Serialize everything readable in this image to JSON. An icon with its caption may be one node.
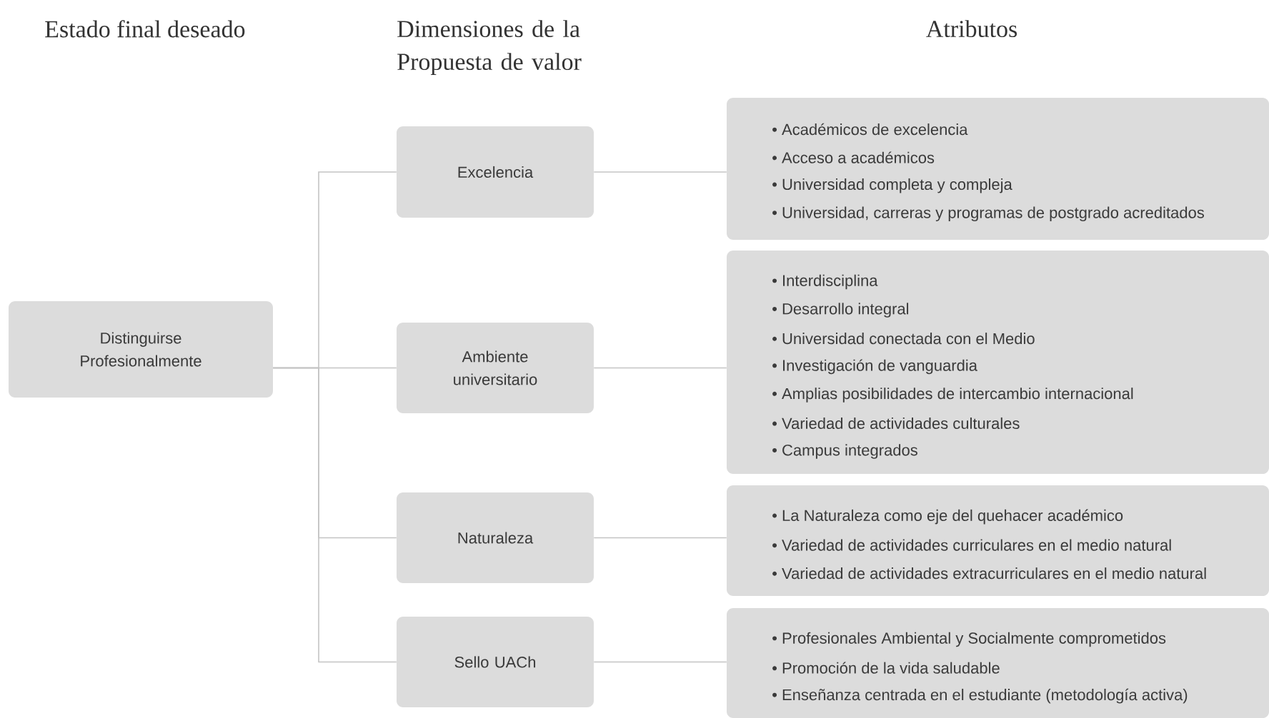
{
  "diagram": {
    "nodes": [
      {
        "text": [
          "Distinguirse Profesionalmente"
        ]
      },
      {
        "text": [
          "Excelencia"
        ]
      },
      {
        "text": [
          "Ambiente universitario"
        ]
      },
      {
        "text": [
          "Naturaleza"
        ]
      },
      {
        "text": [
          "Sello UACh"
        ]
      },
      {
        "text": [
          "• Académicos de excelencia",
          "• Acceso a académicos",
          "• Universidad completa y compleja",
          "• Universidad, carreras y programas de postgrado acreditados"
        ]
      },
      {
        "text": [
          "• Interdisciplina",
          "• Desarrollo integral",
          "• Universidad conectada con el Medio",
          "• Investigación de vanguardia",
          "• Amplias posibilidades de intercambio internacional",
          "• Variedad de actividades culturales",
          "• Campus integrados"
        ]
      },
      {
        "text": [
          "• La Naturaleza como eje del quehacer académico",
          "• Variedad de actividades curriculares en el medio natural",
          "• Variedad de actividades extracurriculares en el medio natural"
        ]
      },
      {
        "text": [
          "• Profesionales Ambiental y Socialmente comprometidos",
          "• Promoción de la vida saludable",
          "• Enseñanza centrada en el estudiante (metodología activa)"
        ]
      }
    ],
    "edges": [
      {
        "from": 0,
        "to": 1,
        "arrow": "none"
      },
      {
        "from": 0,
        "to": 2,
        "arrow": "none"
      },
      {
        "from": 0,
        "to": 3,
        "arrow": "none"
      },
      {
        "from": 0,
        "to": 4,
        "arrow": "none"
      },
      {
        "from": 1,
        "to": 5,
        "arrow": "none"
      },
      {
        "from": 2,
        "to": 6,
        "arrow": "none"
      },
      {
        "from": 3,
        "to": 7,
        "arrow": "none"
      },
      {
        "from": 4,
        "to": 8,
        "arrow": "none"
      }
    ],
    "labels": [
      "Estado final deseado",
      "Dimensiones de la Propuesta de valor",
      "Atributos"
    ]
  }
}
